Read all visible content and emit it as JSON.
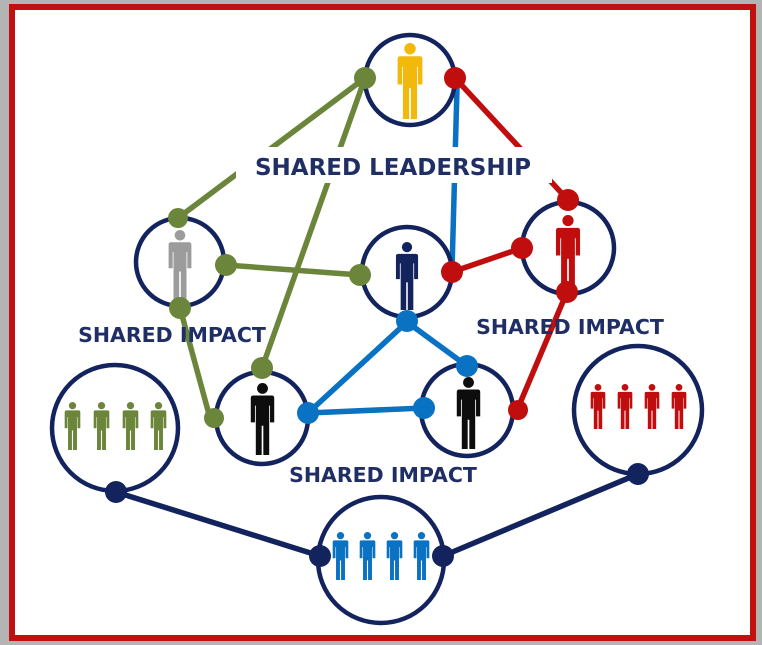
{
  "labels": {
    "top": "SHARED LEADERSHIP",
    "left": "SHARED IMPACT",
    "right": "SHARED IMPACT",
    "bottom": "SHARED IMPACT"
  },
  "colors": {
    "frame": "#c01010",
    "navy": "#13235e",
    "olive": "#6b853a",
    "red": "#c00d0d",
    "blue": "#0a72c2",
    "gold": "#f2b90c",
    "gray": "#9c9c9c",
    "black": "#0d0d0d",
    "label": "#1f2f66"
  },
  "nodes": [
    {
      "name": "node-top-leader",
      "person_color": "gold",
      "count": 1
    },
    {
      "name": "node-left-leader",
      "person_color": "gray",
      "count": 1
    },
    {
      "name": "node-center-leader",
      "person_color": "navy",
      "count": 1
    },
    {
      "name": "node-right-leader",
      "person_color": "red",
      "count": 1
    },
    {
      "name": "node-lower-left-leader",
      "person_color": "black",
      "count": 1
    },
    {
      "name": "node-lower-right-leader",
      "person_color": "black",
      "count": 1
    },
    {
      "name": "node-far-left-group",
      "person_color": "olive",
      "count": 4
    },
    {
      "name": "node-far-right-group",
      "person_color": "red",
      "count": 4
    },
    {
      "name": "node-bottom-group",
      "person_color": "blue",
      "count": 4
    }
  ]
}
